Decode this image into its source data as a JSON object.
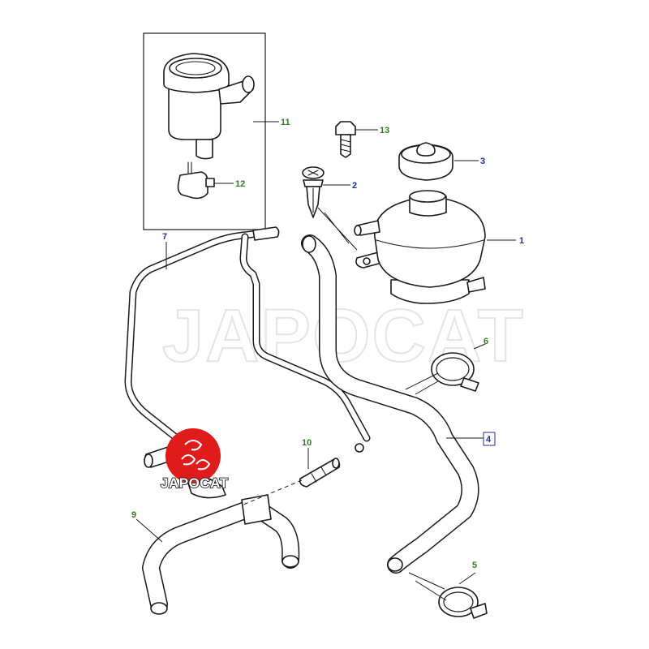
{
  "watermark": "JAPOCAT",
  "logo": {
    "text": "JAPOCAT",
    "color": "#e01b1b"
  },
  "colors": {
    "callout_blue": "#1f2f9e",
    "callout_green": "#2e7d1e",
    "line": "#1a1a1a"
  },
  "callouts": [
    {
      "id": "1",
      "label": "1",
      "part": "expansion-tank",
      "color": "blue"
    },
    {
      "id": "2",
      "label": "2",
      "part": "push-rivet",
      "color": "blue"
    },
    {
      "id": "3",
      "label": "3",
      "part": "tank-cap",
      "color": "blue"
    },
    {
      "id": "4",
      "label": "4",
      "part": "main-hose",
      "color": "blue",
      "boxed": true
    },
    {
      "id": "5",
      "label": "5",
      "part": "hose-clamp-lower",
      "color": "green"
    },
    {
      "id": "6",
      "label": "6",
      "part": "hose-clamp-upper",
      "color": "green"
    },
    {
      "id": "7",
      "label": "7",
      "part": "bleed-pipe",
      "color": "blue"
    },
    {
      "id": "9",
      "label": "9",
      "part": "lower-hose",
      "color": "green"
    },
    {
      "id": "10",
      "label": "10",
      "part": "connector",
      "color": "green"
    },
    {
      "id": "11",
      "label": "11",
      "part": "alternative-tank",
      "color": "green"
    },
    {
      "id": "12",
      "label": "12",
      "part": "level-sensor",
      "color": "green"
    },
    {
      "id": "13",
      "label": "13",
      "part": "bolt",
      "color": "green"
    }
  ]
}
